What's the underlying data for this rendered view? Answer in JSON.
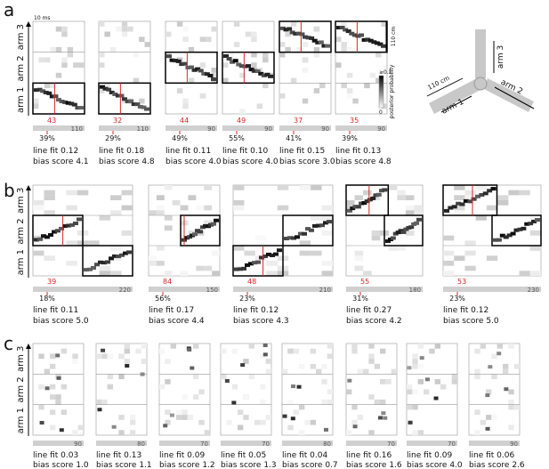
{
  "panel_labels": [
    "a",
    "b",
    "c"
  ],
  "arm_labels": [
    "arm 3",
    "arm 2",
    "arm 1"
  ],
  "scale_time": "10 ms",
  "scale_space": "110 cm",
  "colorbar": {
    "max_label": "≥0.1",
    "min_label": "0",
    "title": "posterior probability"
  },
  "track": {
    "length_label": "110 cm",
    "arms": [
      "arm 1",
      "arm 2",
      "arm 3"
    ]
  },
  "panel_a": [
    {
      "marker": "43",
      "bar_end": "110",
      "pct": "39%",
      "fit": "line fit 0.12",
      "bias": "bias score 4.1",
      "box": "arm 1"
    },
    {
      "marker": "32",
      "bar_end": "110",
      "pct": "29%",
      "fit": "line fit 0.18",
      "bias": "bias score 4.8",
      "box": "arm 1"
    },
    {
      "marker": "44",
      "bar_end": "90",
      "pct": "49%",
      "fit": "line fit 0.11",
      "bias": "bias score 4.0",
      "box": "arm 2"
    },
    {
      "marker": "49",
      "bar_end": "90",
      "pct": "55%",
      "fit": "line fit 0.10",
      "bias": "bias score 4.0",
      "box": "arm 2"
    },
    {
      "marker": "37",
      "bar_end": "90",
      "pct": "41%",
      "fit": "line fit 0.15",
      "bias": "bias score 3.0",
      "box": "arm 3"
    },
    {
      "marker": "35",
      "bar_end": "90",
      "pct": "39%",
      "fit": "line fit 0.13",
      "bias": "bias score 4.8",
      "box": "arm 3"
    }
  ],
  "panel_b": [
    {
      "marker": "39",
      "bar_end": "220",
      "pct": "18%",
      "fit": "line fit 0.11",
      "bias": "bias score 5.0"
    },
    {
      "marker": "84",
      "bar_end": "150",
      "pct": "56%",
      "fit": "line fit 0.17",
      "bias": "bias score 4.4"
    },
    {
      "marker": "48",
      "bar_end": "210",
      "pct": "23%",
      "fit": "line fit 0.12",
      "bias": "bias score 4.3"
    },
    {
      "marker": "55",
      "bar_end": "180",
      "pct": "31%",
      "fit": "line fit 0.27",
      "bias": "bias score 4.2"
    },
    {
      "marker": "53",
      "bar_end": "230",
      "pct": "23%",
      "fit": "line fit 0.12",
      "bias": "bias score 5.0"
    }
  ],
  "panel_c": [
    {
      "bar_end": "90",
      "fit": "line fit 0.03",
      "bias": "bias score 1.0"
    },
    {
      "bar_end": "80",
      "fit": "line fit 0.13",
      "bias": "bias score 1.1"
    },
    {
      "bar_end": "70",
      "fit": "line fit 0.09",
      "bias": "bias score 1.2"
    },
    {
      "bar_end": "70",
      "fit": "line fit 0.05",
      "bias": "bias score 1.3"
    },
    {
      "bar_end": "80",
      "fit": "line fit 0.04",
      "bias": "bias score 0.7"
    },
    {
      "bar_end": "70",
      "fit": "line fit 0.16",
      "bias": "bias score 1.6"
    },
    {
      "bar_end": "70",
      "fit": "line fit 0.09",
      "bias": "bias score 4.0"
    },
    {
      "bar_end": "90",
      "fit": "line fit 0.06",
      "bias": "bias score 2.6"
    }
  ],
  "colors": {
    "marker": "#d62728",
    "bar": "#d0d0d0",
    "box": "#000000",
    "grid": "#aaaaaa"
  }
}
